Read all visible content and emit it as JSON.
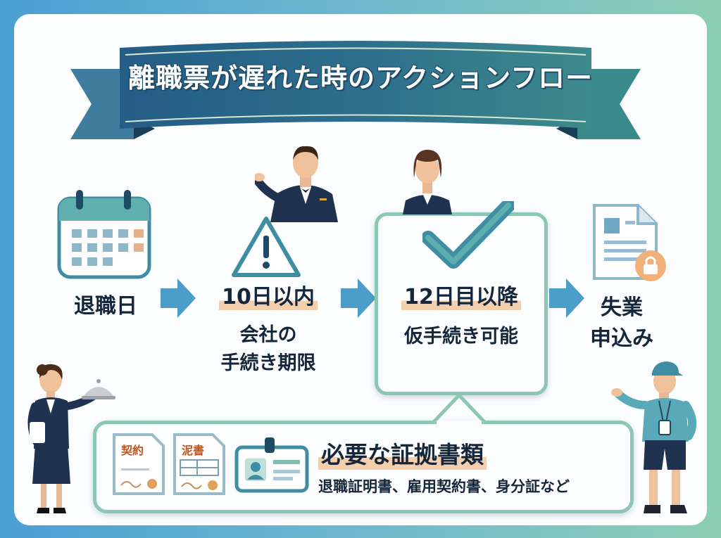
{
  "title": "離職票が遅れた時のアクションフロー",
  "steps": [
    {
      "label": "退職日",
      "icon": "calendar-icon"
    },
    {
      "label": "10日以内",
      "sub1": "会社の",
      "sub2": "手続き期限",
      "icon": "warning-icon"
    },
    {
      "label": "12日目以降",
      "sub1": "仮手続き可能",
      "icon": "checkmark-icon"
    },
    {
      "label1": "失業",
      "label2": "申込み",
      "icon": "locked-document-icon"
    }
  ],
  "documents": {
    "title": "必要な証拠書類",
    "subtitle": "退職証明書、雇用契約書、身分証など",
    "doc1_tag": "契約",
    "doc2_tag": "泥書"
  },
  "colors": {
    "navy": "#1e4a66",
    "teal_border": "#8cc7b3",
    "accent_underline": "#f4cfae",
    "arrow": "#4d9dc9"
  }
}
